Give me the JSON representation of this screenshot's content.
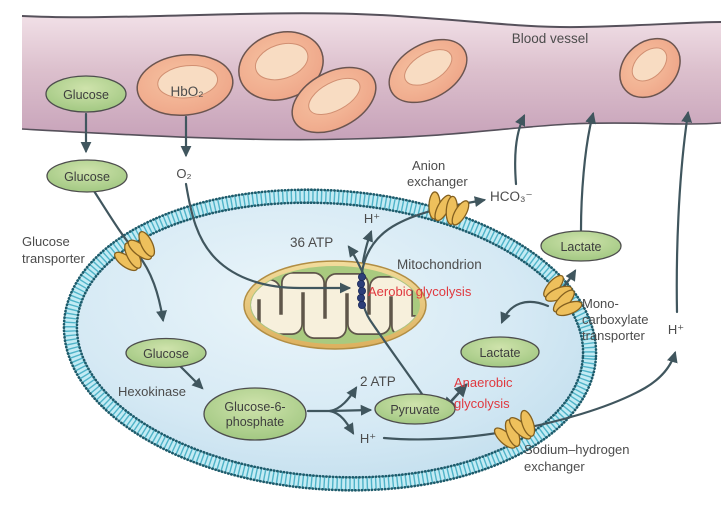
{
  "figure": {
    "type": "cell-metabolism-diagram"
  },
  "colors": {
    "background": "#ffffff",
    "vessel_pink": "#d5b1c4",
    "vessel_edge": "#57515c",
    "rbc_salmon": "#efa98c",
    "metabolite_oval_green": "#a9cb82",
    "oval_outline": "#4d4d4d",
    "cell_fill_blue": "#cde4f1",
    "membrane_teal": "#4fb3c8",
    "membrane_dot_dark": "#1d5b6b",
    "transporter_gold": "#eec05c",
    "mito_gold": "#e9c97e",
    "mito_cristae_cream": "#f7f0dc",
    "mito_matrix_green": "#a9ca7f",
    "beads_navy": "#2c3e78",
    "arrow": "#40565e",
    "text": "#4c4c4c",
    "highlight_red": "#e0393f"
  },
  "vessel": {
    "label": "Blood vessel",
    "glucose": "Glucose",
    "hbo2": "HbO₂"
  },
  "extracellular": {
    "glucose": "Glucose",
    "o2": "O₂",
    "hco3": "HCO₃⁻",
    "lactate": "Lactate",
    "h_plus": "H⁺"
  },
  "transporters": {
    "glucose_transporter": {
      "line1": "Glucose",
      "line2": "transporter"
    },
    "anion_exchanger": {
      "line1": "Anion",
      "line2": "exchanger"
    },
    "monocarboxylate": {
      "line1": "Mono-",
      "line2": "carboxylate",
      "line3": "transporter"
    },
    "sodium_hydrogen": {
      "line1": "Sodium–hydrogen",
      "line2": "exchanger"
    }
  },
  "cytosol": {
    "glucose": "Glucose",
    "hexokinase": "Hexokinase",
    "g6p_line1": "Glucose-6-",
    "g6p_line2": "phosphate",
    "atp_2": "2 ATP",
    "pyruvate": "Pyruvate",
    "h_plus": "H⁺",
    "lactate": "Lactate",
    "anaerobic_line1": "Anaerobic",
    "anaerobic_line2": "glycolysis"
  },
  "mitochondrion": {
    "label": "Mitochondrion",
    "aerobic": "Aerobic glycolysis",
    "atp_36": "36 ATP",
    "h_plus": "H⁺"
  }
}
